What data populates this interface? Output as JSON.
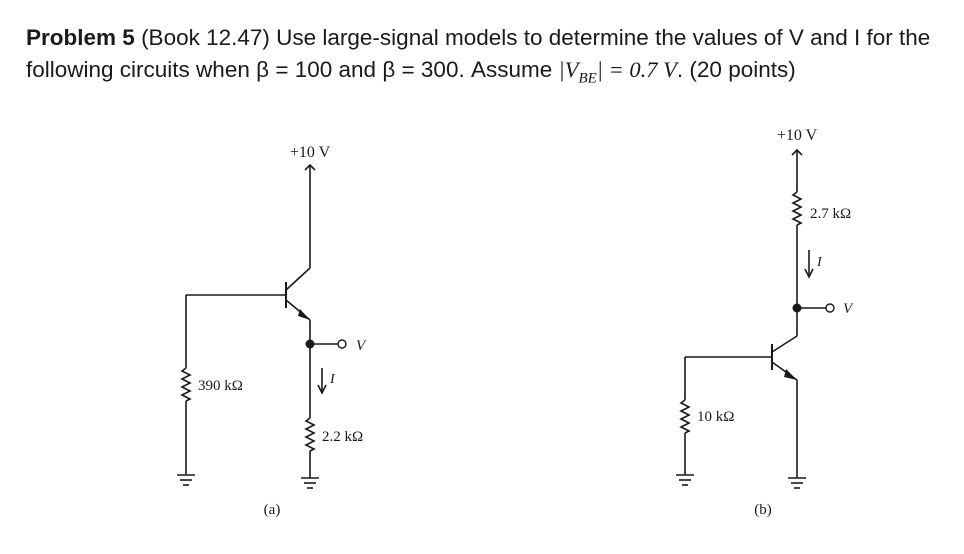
{
  "problem": {
    "heading": "Problem 5",
    "text_1": "(Book 12.47) Use large-signal models to determine the values of V and I for the following circuits when",
    "beta_1": "β = 100",
    "and": "and",
    "beta_2": "β = 300.",
    "assume": "Assume",
    "vbe_lhs": "|V",
    "vbe_sub": "BE",
    "vbe_rhs": "| = 0.7 V",
    "points": ". (20 points)"
  },
  "circuit_a": {
    "supply": "+10 V",
    "base_resistor": "390 kΩ",
    "emitter_resistor": "2.2 kΩ",
    "output_node": "V",
    "current": "I",
    "caption": "(a)"
  },
  "circuit_b": {
    "supply": "+10 V",
    "collector_resistor": "2.7 kΩ",
    "base_resistor": "10 kΩ",
    "output_node": "V",
    "current": "I",
    "caption": "(b)"
  }
}
